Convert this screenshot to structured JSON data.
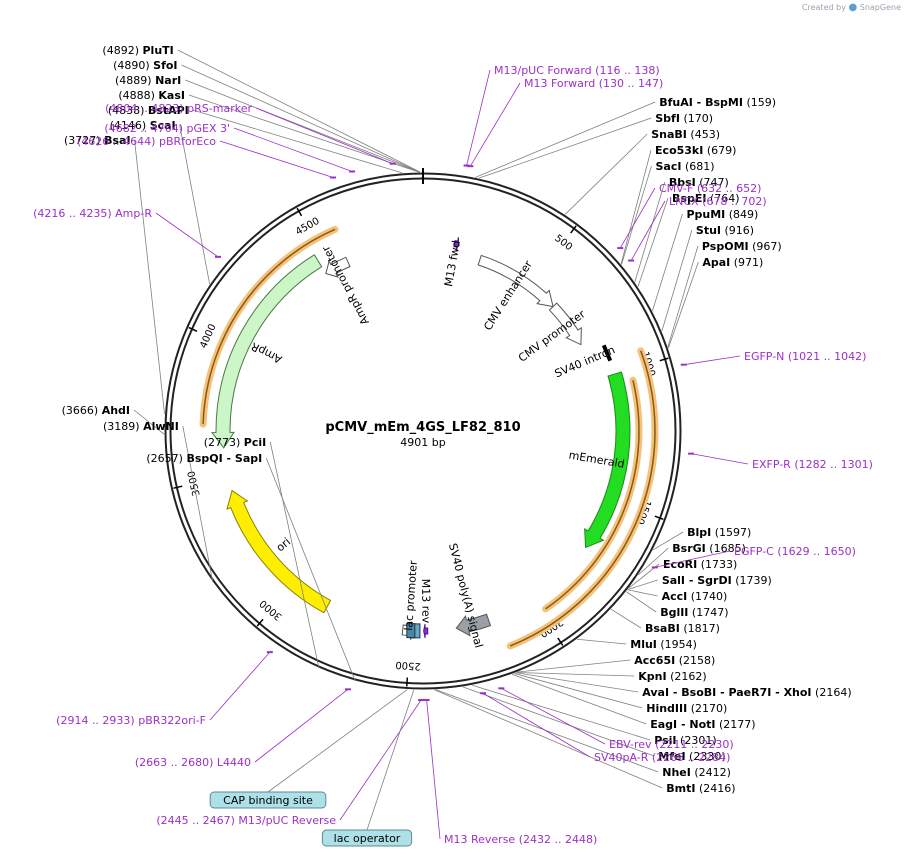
{
  "credit": {
    "created_by": "Created by",
    "app": "SnapGene"
  },
  "plasmid": {
    "name": "pCMV_mEm_4GS_LF82_810",
    "size_label": "4901 bp",
    "length": 4901
  },
  "colors": {
    "site": "#000000",
    "primer": "#9b30c8",
    "feature_line": "#808080"
  },
  "ring_ticks": [
    {
      "label": "500",
      "pos": 500
    },
    {
      "label": "1000",
      "pos": 1000
    },
    {
      "label": "1500",
      "pos": 1500
    },
    {
      "label": "2000",
      "pos": 2000
    },
    {
      "label": "2500",
      "pos": 2500
    },
    {
      "label": "3000",
      "pos": 3000
    },
    {
      "label": "3500",
      "pos": 3500
    },
    {
      "label": "4000",
      "pos": 4000
    },
    {
      "label": "4500",
      "pos": 4500
    }
  ],
  "sites": [
    {
      "name": "SfoI",
      "pos_label": "(4890)",
      "pos": 4890
    },
    {
      "name": "NarI",
      "pos_label": "(4889)",
      "pos": 4889
    },
    {
      "name": "KasI",
      "pos_label": "(4888)",
      "pos": 4888
    },
    {
      "name": "BstAPI",
      "pos_label": "(4838)",
      "pos": 4838
    },
    {
      "name": "PluTI",
      "pos_label": "(4892)",
      "pos": 4892
    },
    {
      "name": "BfuAI - BspMI",
      "pos_label": "(159)",
      "pos": 159
    },
    {
      "name": "SbfI",
      "pos_label": "(170)",
      "pos": 170
    },
    {
      "name": "SnaBI",
      "pos_label": "(453)",
      "pos": 453
    },
    {
      "name": "Eco53kI",
      "pos_label": "(679)",
      "pos": 679
    },
    {
      "name": "SacI",
      "pos_label": "(681)",
      "pos": 681
    },
    {
      "name": "BbsI",
      "pos_label": "(747)",
      "pos": 747
    },
    {
      "name": "BspEI",
      "pos_label": "(764)",
      "pos": 764
    },
    {
      "name": "PpuMI",
      "pos_label": "(849)",
      "pos": 849
    },
    {
      "name": "StuI",
      "pos_label": "(916)",
      "pos": 916
    },
    {
      "name": "PspOMI",
      "pos_label": "(967)",
      "pos": 967
    },
    {
      "name": "ApaI",
      "pos_label": "(971)",
      "pos": 971
    },
    {
      "name": "BlpI",
      "pos_label": "(1597)",
      "pos": 1597
    },
    {
      "name": "BsrGI",
      "pos_label": "(1685)",
      "pos": 1685
    },
    {
      "name": "EcoRI",
      "pos_label": "(1733)",
      "pos": 1733
    },
    {
      "name": "SalI - SgrDI",
      "pos_label": "(1739)",
      "pos": 1739
    },
    {
      "name": "AccI",
      "pos_label": "(1740)",
      "pos": 1740
    },
    {
      "name": "BglII",
      "pos_label": "(1747)",
      "pos": 1747
    },
    {
      "name": "BsaBI",
      "pos_label": "(1817)",
      "pos": 1817
    },
    {
      "name": "MluI",
      "pos_label": "(1954)",
      "pos": 1954
    },
    {
      "name": "Acc65I",
      "pos_label": "(2158)",
      "pos": 2158
    },
    {
      "name": "KpnI",
      "pos_label": "(2162)",
      "pos": 2162
    },
    {
      "name": "AvaI - BsoBI - PaeR7I - XhoI",
      "pos_label": "(2164)",
      "pos": 2164
    },
    {
      "name": "HindIII",
      "pos_label": "(2170)",
      "pos": 2170
    },
    {
      "name": "EagI - NotI",
      "pos_label": "(2177)",
      "pos": 2177
    },
    {
      "name": "PsiI",
      "pos_label": "(2301)",
      "pos": 2301
    },
    {
      "name": "MfeI",
      "pos_label": "(2330)",
      "pos": 2330
    },
    {
      "name": "NheI",
      "pos_label": "(2412)",
      "pos": 2412
    },
    {
      "name": "BmtI",
      "pos_label": "(2416)",
      "pos": 2416
    },
    {
      "name": "BspQI - SapI",
      "pos_label": "(2657)",
      "pos": 2657
    },
    {
      "name": "PciI",
      "pos_label": "(2773)",
      "pos": 2773
    },
    {
      "name": "AlwNI",
      "pos_label": "(3189)",
      "pos": 3189
    },
    {
      "name": "AhdI",
      "pos_label": "(3666)",
      "pos": 3666
    },
    {
      "name": "BsaI",
      "pos_label": "(3727)",
      "pos": 3727
    },
    {
      "name": "ScaI",
      "pos_label": "(4146)",
      "pos": 4146
    }
  ],
  "primers": [
    {
      "name": "M13/pUC Forward",
      "range": "(116 .. 138)",
      "pos": 127
    },
    {
      "name": "M13 Forward",
      "range": "(130 .. 147)",
      "pos": 138
    },
    {
      "name": "CMV-F",
      "range": "(632 .. 652)",
      "pos": 642
    },
    {
      "name": "LNCX",
      "range": "(678 .. 702)",
      "pos": 690
    },
    {
      "name": "EGFP-N",
      "range": "(1021 .. 1042)",
      "pos": 1031
    },
    {
      "name": "EXFP-R",
      "range": "(1282 .. 1301)",
      "pos": 1291
    },
    {
      "name": "EGFP-C",
      "range": "(1629 .. 1650)",
      "pos": 1640
    },
    {
      "name": "EBV-rev",
      "range": "(2211 .. 2230)",
      "pos": 2220
    },
    {
      "name": "SV40pA-R",
      "range": "(2265 .. 2284)",
      "pos": 2275
    },
    {
      "name": "M13 Reverse",
      "range": "(2432 .. 2448)",
      "pos": 2440
    },
    {
      "name": "M13/pUC Reverse",
      "range": "(2445 .. 2467)",
      "pos": 2456
    },
    {
      "name": "L4440",
      "range": "(2663 .. 2680)",
      "pos": 2671
    },
    {
      "name": "pBR322ori-F",
      "range": "(2914 .. 2933)",
      "pos": 2923
    },
    {
      "name": "Amp-R",
      "range": "(4216 .. 4235)",
      "pos": 4225
    },
    {
      "name": "pBRforEco",
      "range": "(4626 .. 4644)",
      "pos": 4635
    },
    {
      "name": "pGEX 3'",
      "range": "(4682 .. 4704)",
      "pos": 4693
    },
    {
      "name": "pRS-marker",
      "range": "(4804 .. 4823)",
      "pos": 4813
    }
  ],
  "boxed_features": [
    {
      "name": "CAP binding site",
      "pos": 2498
    },
    {
      "name": "lac operator",
      "pos": 2478
    }
  ],
  "features": [
    {
      "name": "CMV enhancer",
      "start": 250,
      "end": 630,
      "type": "promoter"
    },
    {
      "name": "CMV promoter",
      "start": 630,
      "end": 835,
      "type": "promoter"
    },
    {
      "name": "SV40 intron",
      "start": 880,
      "end": 945,
      "type": "intron"
    },
    {
      "name": "mEmerald",
      "start": 1000,
      "end": 1710,
      "type": "cds_green"
    },
    {
      "name": "SV40 poly(A) signal",
      "start": 2190,
      "end": 2320,
      "type": "polyA"
    },
    {
      "name": "lac promoter",
      "start": 2480,
      "end": 2530,
      "type": "promoter"
    },
    {
      "name": "M13 rev",
      "start": 2432,
      "end": 2448,
      "type": "primer_bind"
    },
    {
      "name": "ori",
      "start": 2840,
      "end": 3440,
      "type": "ori"
    },
    {
      "name": "AmpR",
      "start": 3610,
      "end": 4470,
      "type": "cds_amp"
    },
    {
      "name": "AmpR promoter",
      "start": 4470,
      "end": 4575,
      "type": "promoter"
    },
    {
      "name": "M13 fwd",
      "start": 130,
      "end": 147,
      "type": "primer_bind"
    }
  ],
  "orf_arcs": [
    {
      "start": 950,
      "end": 2150
    },
    {
      "start": 1040,
      "end": 1980
    },
    {
      "start": 3700,
      "end": 4580
    }
  ]
}
